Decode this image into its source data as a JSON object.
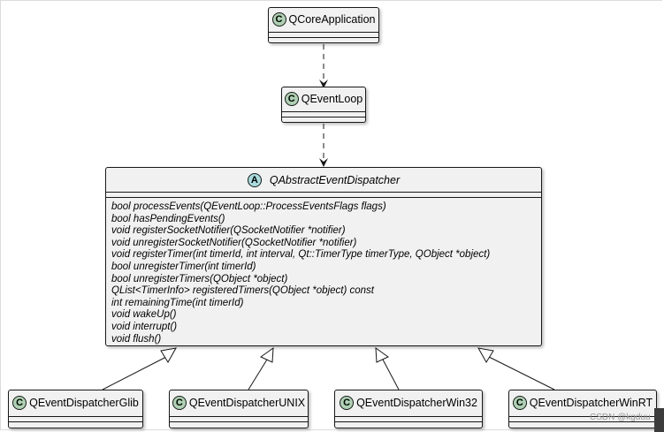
{
  "diagram": {
    "classes": {
      "core": {
        "stereotype": "C",
        "name": "QCoreApplication"
      },
      "loop": {
        "stereotype": "C",
        "name": "QEventLoop"
      },
      "dispatcher": {
        "stereotype": "A",
        "name": "QAbstractEventDispatcher",
        "methods": [
          "bool processEvents(QEventLoop::ProcessEventsFlags flags)",
          "bool hasPendingEvents()",
          "void registerSocketNotifier(QSocketNotifier *notifier)",
          "void unregisterSocketNotifier(QSocketNotifier *notifier)",
          "void registerTimer(int timerId, int interval, Qt::TimerType timerType, QObject *object)",
          "bool unregisterTimer(int timerId)",
          "bool unregisterTimers(QObject *object)",
          "QList<TimerInfo> registeredTimers(QObject *object) const",
          "int remainingTime(int timerId)",
          "void wakeUp()",
          "void interrupt()",
          "void flush()"
        ]
      },
      "glib": {
        "stereotype": "C",
        "name": "QEventDispatcherGlib"
      },
      "unix": {
        "stereotype": "C",
        "name": "QEventDispatcherUNIX"
      },
      "win32": {
        "stereotype": "C",
        "name": "QEventDispatcherWin32"
      },
      "winrt": {
        "stereotype": "C",
        "name": "QEventDispatcherWinRT"
      }
    },
    "relations": [
      {
        "from": "core",
        "to": "loop",
        "kind": "dependency"
      },
      {
        "from": "loop",
        "to": "dispatcher",
        "kind": "dependency"
      },
      {
        "from": "glib",
        "to": "dispatcher",
        "kind": "inheritance"
      },
      {
        "from": "unix",
        "to": "dispatcher",
        "kind": "inheritance"
      },
      {
        "from": "win32",
        "to": "dispatcher",
        "kind": "inheritance"
      },
      {
        "from": "winrt",
        "to": "dispatcher",
        "kind": "inheritance"
      }
    ],
    "colors": {
      "class_badge": "#add1b2",
      "abstract_badge": "#a9dcdf",
      "box_fill": "#f1f1f1",
      "line": "#181818"
    }
  },
  "watermark": "CSDN @kgduu"
}
